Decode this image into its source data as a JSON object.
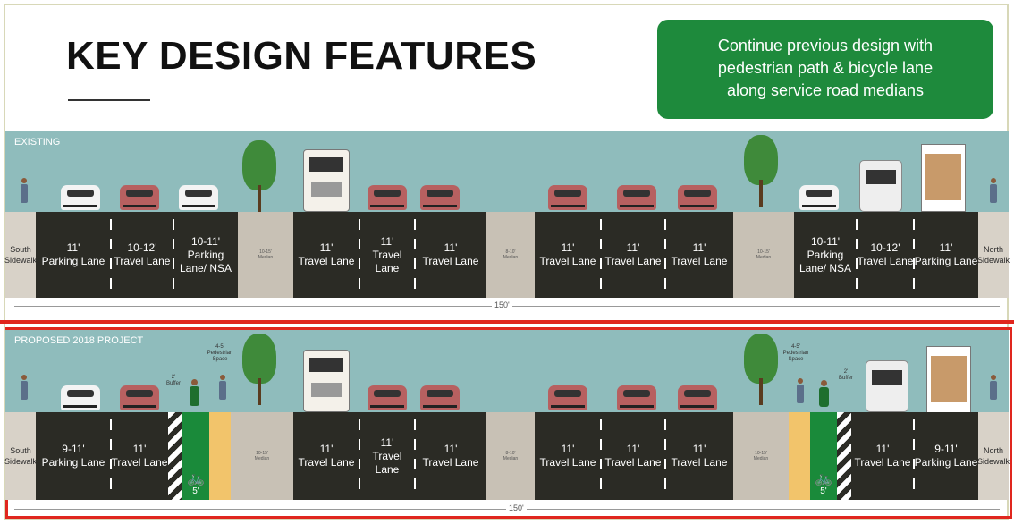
{
  "header": {
    "title": "KEY DESIGN FEATURES",
    "callout_lines": [
      "Continue previous design with",
      "pedestrian path & bicycle lane",
      "along service road medians"
    ],
    "callout_color": "#1e8a3c"
  },
  "existing": {
    "label": "EXISTING",
    "total_width": "150'",
    "lanes": [
      {
        "w": "South",
        "l": "Sidewalk"
      },
      {
        "w": "11'",
        "l": "Parking Lane"
      },
      {
        "w": "10-12'",
        "l": "Travel Lane"
      },
      {
        "w": "10-11'",
        "l": "Parking Lane/ NSA"
      },
      {
        "w": "10-15'",
        "l": "Median"
      },
      {
        "w": "11'",
        "l": "Travel Lane"
      },
      {
        "w": "11'",
        "l": "Travel Lane"
      },
      {
        "w": "11'",
        "l": "Travel Lane"
      },
      {
        "w": "8-10'",
        "l": "Median"
      },
      {
        "w": "11'",
        "l": "Travel Lane"
      },
      {
        "w": "11'",
        "l": "Travel Lane"
      },
      {
        "w": "11'",
        "l": "Travel Lane"
      },
      {
        "w": "10-15'",
        "l": "Median"
      },
      {
        "w": "10-11'",
        "l": "Parking Lane/ NSA"
      },
      {
        "w": "10-12'",
        "l": "Travel Lane"
      },
      {
        "w": "11'",
        "l": "Parking Lane"
      },
      {
        "w": "North",
        "l": "Sidewalk"
      }
    ]
  },
  "proposed": {
    "label": "PROPOSED 2018 PROJECT",
    "total_width": "150'",
    "buffer_label": "2' Buffer",
    "ped_label": "4-5' Pedestrian Space",
    "bike_width": "5'",
    "lanes": [
      {
        "w": "South",
        "l": "Sidewalk"
      },
      {
        "w": "9-11'",
        "l": "Parking Lane"
      },
      {
        "w": "11'",
        "l": "Travel Lane"
      },
      {
        "w": "10-15'",
        "l": "Median"
      },
      {
        "w": "11'",
        "l": "Travel Lane"
      },
      {
        "w": "11'",
        "l": "Travel Lane"
      },
      {
        "w": "11'",
        "l": "Travel Lane"
      },
      {
        "w": "8-10'",
        "l": "Median"
      },
      {
        "w": "11'",
        "l": "Travel Lane"
      },
      {
        "w": "11'",
        "l": "Travel Lane"
      },
      {
        "w": "11'",
        "l": "Travel Lane"
      },
      {
        "w": "10-15'",
        "l": "Median"
      },
      {
        "w": "11'",
        "l": "Travel Lane"
      },
      {
        "w": "9-11'",
        "l": "Parking Lane"
      },
      {
        "w": "North",
        "l": "Sidewalk"
      }
    ]
  }
}
